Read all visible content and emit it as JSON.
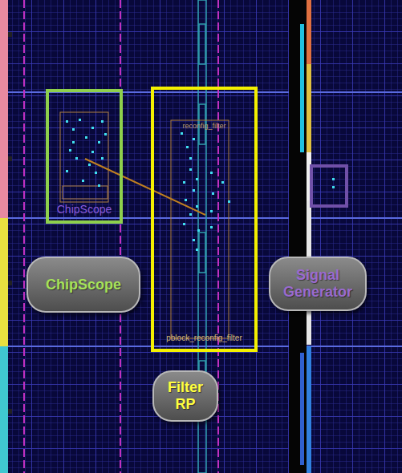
{
  "diagram": {
    "nodes": [
      {
        "text": [
          "ChipScope"
        ]
      },
      {
        "text": [
          "reconfig_filter",
          "pblock_reconfig_filter"
        ]
      },
      {
        "text": [
          "ChipScope"
        ]
      },
      {
        "text": [
          "Signal Generator"
        ]
      },
      {
        "text": [
          "Filter RP"
        ]
      }
    ]
  }
}
